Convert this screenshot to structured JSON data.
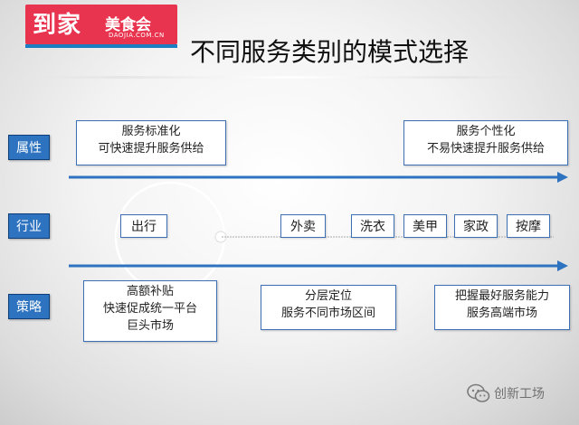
{
  "logo": {
    "brand": "到家",
    "brand_sub": "美食会",
    "url": "DAOJIA.COM.CN"
  },
  "title": "不同服务类别的模式选择",
  "rows": {
    "attribute": {
      "label": "属性"
    },
    "industry": {
      "label": "行业"
    },
    "strategy": {
      "label": "策略"
    }
  },
  "attributes": [
    {
      "lines": [
        "服务标准化",
        "可快速提升服务供给"
      ]
    },
    {
      "lines": [
        "服务个性化",
        "不易快速提升服务供给"
      ]
    }
  ],
  "industries": [
    "出行",
    "外卖",
    "洗衣",
    "美甲",
    "家政",
    "按摩"
  ],
  "strategies": [
    {
      "lines": [
        "高额补贴",
        "快速促成统一平台",
        "巨头市场"
      ]
    },
    {
      "lines": [
        "分层定位",
        "服务不同市场区间"
      ]
    },
    {
      "lines": [
        "把握最好服务能力",
        "服务高端市场"
      ]
    }
  ],
  "watermark": "创新工场",
  "colors": {
    "brand_red": "#e8344f",
    "accent_blue": "#2e73bf",
    "border_blue": "#3b6fb6"
  }
}
